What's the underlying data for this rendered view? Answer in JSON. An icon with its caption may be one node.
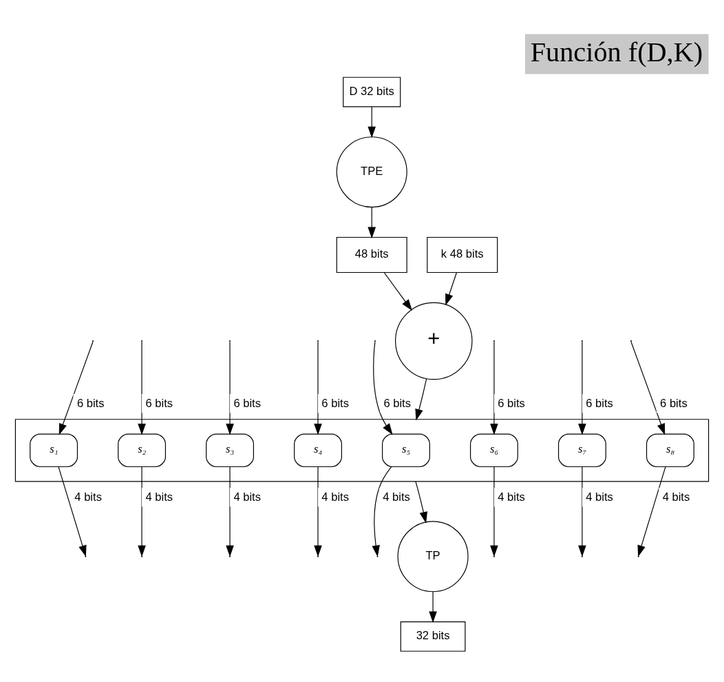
{
  "diagram": {
    "title": "Función f(D,K)",
    "nodes": [
      {
        "text": [
          "D 32 bits"
        ]
      },
      {
        "text": [
          "TPE"
        ]
      },
      {
        "text": [
          "48 bits"
        ]
      },
      {
        "text": [
          "k 48 bits"
        ]
      },
      {
        "text": [
          "+"
        ]
      },
      {
        "text": [],
        "shape": "box"
      },
      {
        "text": [
          "s₁"
        ],
        "in": 5
      },
      {
        "text": [
          "s₂"
        ],
        "in": 5
      },
      {
        "text": [
          "s₃"
        ],
        "in": 5
      },
      {
        "text": [
          "s₄"
        ],
        "in": 5
      },
      {
        "text": [
          "s₅"
        ],
        "in": 5
      },
      {
        "text": [
          "s₆"
        ],
        "in": 5
      },
      {
        "text": [
          "s₇"
        ],
        "in": 5
      },
      {
        "text": [
          "s₈"
        ],
        "in": 5
      },
      {
        "text": [
          "TP"
        ]
      },
      {
        "text": [
          "32 bits"
        ]
      }
    ],
    "edges": [
      {
        "from": 0,
        "to": 1,
        "arrow": "to"
      },
      {
        "from": 1,
        "to": 2,
        "arrow": "to"
      },
      {
        "from": 2,
        "to": 4,
        "arrow": "to"
      },
      {
        "from": 3,
        "to": 4,
        "arrow": "to"
      },
      {
        "from": 4,
        "to": 5,
        "arrow": "to"
      },
      {
        "from": null,
        "to": 6,
        "arrow": "to",
        "label": "6 bits"
      },
      {
        "from": null,
        "to": 7,
        "arrow": "to",
        "label": "6 bits"
      },
      {
        "from": null,
        "to": 8,
        "arrow": "to",
        "label": "6 bits"
      },
      {
        "from": null,
        "to": 9,
        "arrow": "to",
        "label": "6 bits"
      },
      {
        "from": null,
        "to": 10,
        "arrow": "to",
        "label": "6 bits"
      },
      {
        "from": null,
        "to": 11,
        "arrow": "to",
        "label": "6 bits"
      },
      {
        "from": null,
        "to": 12,
        "arrow": "to",
        "label": "6 bits"
      },
      {
        "from": null,
        "to": 13,
        "arrow": "to",
        "label": "6 bits"
      },
      {
        "from": 6,
        "to": null,
        "arrow": "to",
        "label": "4 bits"
      },
      {
        "from": 7,
        "to": null,
        "arrow": "to",
        "label": "4 bits"
      },
      {
        "from": 8,
        "to": null,
        "arrow": "to",
        "label": "4 bits"
      },
      {
        "from": 9,
        "to": null,
        "arrow": "to",
        "label": "4 bits"
      },
      {
        "from": 10,
        "to": null,
        "arrow": "to",
        "label": "4 bits"
      },
      {
        "from": 11,
        "to": null,
        "arrow": "to",
        "label": "4 bits"
      },
      {
        "from": 12,
        "to": null,
        "arrow": "to",
        "label": "4 bits"
      },
      {
        "from": 13,
        "to": null,
        "arrow": "to",
        "label": "4 bits"
      },
      {
        "from": 5,
        "to": 14,
        "arrow": "to"
      },
      {
        "from": 14,
        "to": 15,
        "arrow": "to"
      }
    ]
  }
}
